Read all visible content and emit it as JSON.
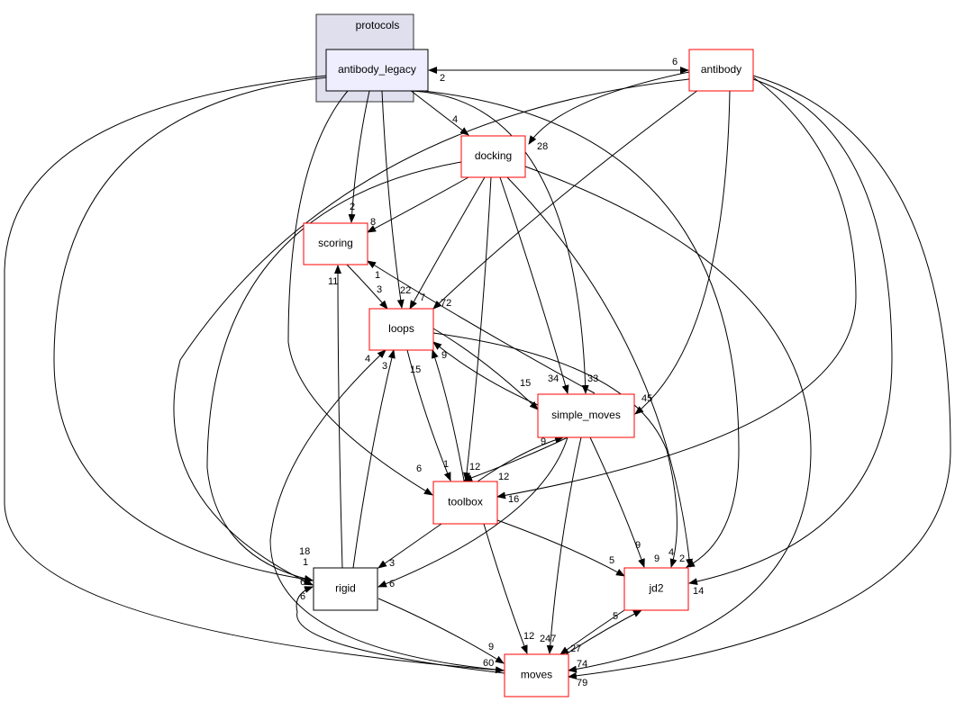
{
  "cluster": {
    "label": "protocols",
    "fill": "#dfdfee",
    "border": "#333333"
  },
  "nodes": {
    "antibody_legacy": {
      "label": "antibody_legacy",
      "fill": "#eeeeff",
      "border": "#000000"
    },
    "antibody": {
      "label": "antibody",
      "border": "#ff0000"
    },
    "docking": {
      "label": "docking",
      "border": "#ff0000"
    },
    "scoring": {
      "label": "scoring",
      "border": "#ff0000"
    },
    "loops": {
      "label": "loops",
      "border": "#ff0000"
    },
    "simple_moves": {
      "label": "simple_moves",
      "border": "#ff0000"
    },
    "toolbox": {
      "label": "toolbox",
      "border": "#ff0000"
    },
    "rigid": {
      "label": "rigid",
      "border": "#000000"
    },
    "jd2": {
      "label": "jd2",
      "border": "#ff0000"
    },
    "moves": {
      "label": "moves",
      "border": "#ff0000"
    }
  },
  "edges": [
    {
      "from": "antibody_legacy",
      "to": "antibody",
      "label": "6"
    },
    {
      "from": "antibody",
      "to": "antibody_legacy",
      "label": "2"
    },
    {
      "from": "antibody_legacy",
      "to": "docking",
      "label": "4"
    },
    {
      "from": "antibody_legacy",
      "to": "scoring",
      "label": "2"
    },
    {
      "from": "antibody_legacy",
      "to": "loops",
      "label": "22"
    },
    {
      "from": "antibody_legacy",
      "to": "simple_moves",
      "label": "33"
    },
    {
      "from": "antibody_legacy",
      "to": "toolbox",
      "label": "6"
    },
    {
      "from": "antibody_legacy",
      "to": "rigid",
      "label": "6"
    },
    {
      "from": "antibody_legacy",
      "to": "jd2",
      "label": "4"
    },
    {
      "from": "antibody_legacy",
      "to": "moves",
      "label": "60"
    },
    {
      "from": "antibody",
      "to": "docking",
      "label": "28"
    },
    {
      "from": "antibody",
      "to": "loops",
      "label": "72"
    },
    {
      "from": "antibody",
      "to": "simple_moves",
      "label": "45"
    },
    {
      "from": "antibody",
      "to": "toolbox",
      "label": "16"
    },
    {
      "from": "antibody",
      "to": "jd2",
      "label": "14"
    },
    {
      "from": "antibody",
      "to": "moves",
      "label": "79"
    },
    {
      "from": "antibody",
      "to": "rigid",
      "label": "1"
    },
    {
      "from": "docking",
      "to": "scoring",
      "label": "8"
    },
    {
      "from": "docking",
      "to": "loops",
      "label": "7"
    },
    {
      "from": "docking",
      "to": "simple_moves",
      "label": "34"
    },
    {
      "from": "docking",
      "to": "toolbox",
      "label": "12"
    },
    {
      "from": "docking",
      "to": "jd2",
      "label": "2"
    },
    {
      "from": "docking",
      "to": "moves",
      "label": "74"
    },
    {
      "from": "docking",
      "to": "rigid",
      "label": "18"
    },
    {
      "from": "scoring",
      "to": "loops",
      "label": "3"
    },
    {
      "from": "simple_moves",
      "to": "scoring",
      "label": "1"
    },
    {
      "from": "rigid",
      "to": "scoring",
      "label": "11"
    },
    {
      "from": "loops",
      "to": "simple_moves",
      "label": "15"
    },
    {
      "from": "simple_moves",
      "to": "loops",
      "label": "9"
    },
    {
      "from": "loops",
      "to": "toolbox",
      "label": "1"
    },
    {
      "from": "toolbox",
      "to": "loops",
      "label": "15"
    },
    {
      "from": "loops",
      "to": "jd2",
      "label": "9"
    },
    {
      "from": "toolbox",
      "to": "simple_moves",
      "label": "9"
    },
    {
      "from": "simple_moves",
      "to": "toolbox",
      "label": "12"
    },
    {
      "from": "toolbox",
      "to": "rigid",
      "label": "3"
    },
    {
      "from": "toolbox",
      "to": "jd2",
      "label": "5"
    },
    {
      "from": "toolbox",
      "to": "moves",
      "label": "12"
    },
    {
      "from": "simple_moves",
      "to": "rigid",
      "label": "6"
    },
    {
      "from": "simple_moves",
      "to": "moves",
      "label": "247"
    },
    {
      "from": "simple_moves",
      "to": "jd2",
      "label": "9"
    },
    {
      "from": "rigid",
      "to": "loops",
      "label": "3"
    },
    {
      "from": "rigid",
      "to": "moves",
      "label": "9"
    },
    {
      "from": "moves",
      "to": "loops",
      "label": "4"
    },
    {
      "from": "moves",
      "to": "rigid",
      "label": "6"
    },
    {
      "from": "jd2",
      "to": "moves",
      "label": "27"
    },
    {
      "from": "moves",
      "to": "jd2",
      "label": "5"
    }
  ]
}
